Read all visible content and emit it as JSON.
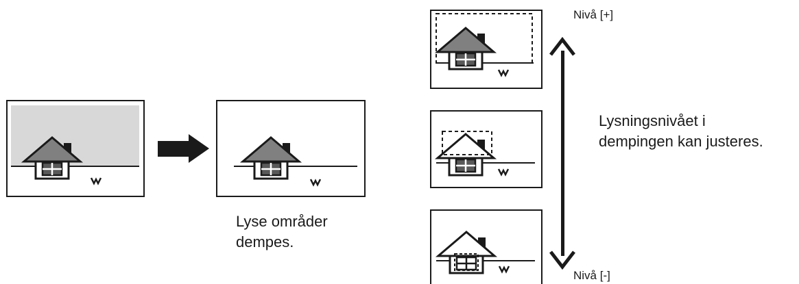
{
  "labels": {
    "level_plus": "Nivå [+]",
    "level_minus": "Nivå [-]",
    "caption_line1": "Lyse områder",
    "caption_line2": "dempes.",
    "adjust_line1": "Lysningsnivået i",
    "adjust_line2": "dempingen kan justeres."
  },
  "colors": {
    "frame_stroke": "#1a1a1a",
    "sky_fill": "#d8d8d8",
    "roof_fill": "#808080",
    "window_fill": "#595959",
    "arrow_fill": "#1a1a1a",
    "background": "#ffffff"
  }
}
